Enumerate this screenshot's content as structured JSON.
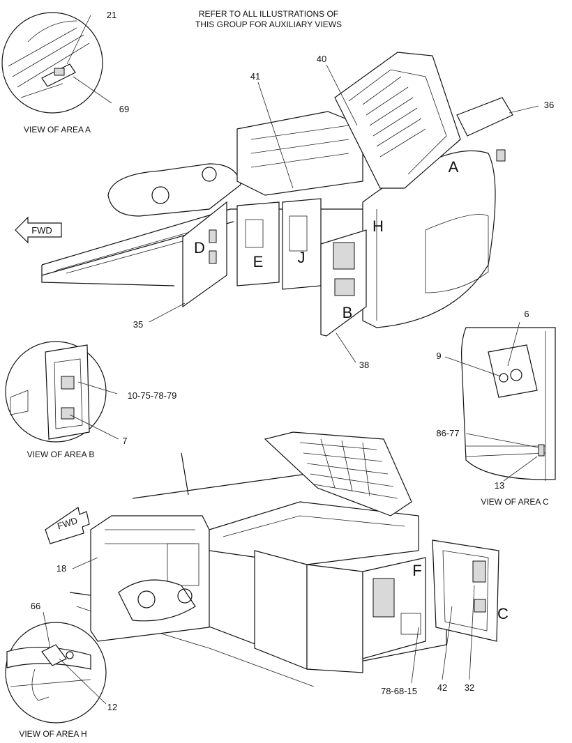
{
  "header_note": [
    "REFER TO ALL ILLUSTRATIONS OF",
    "THIS GROUP FOR AUXILIARY VIEWS"
  ],
  "views": {
    "a": "VIEW OF AREA  A",
    "b": "VIEW OF AREA  B",
    "c": "VIEW OF AREA  C",
    "h": "VIEW OF AREA  H"
  },
  "callouts": {
    "c21": "21",
    "c69": "69",
    "c41": "41",
    "c40": "40",
    "c36": "36",
    "c35": "35",
    "c38": "38",
    "c6": "6",
    "c9": "9",
    "c10": "10-75-78-79",
    "c7": "7",
    "c86": "86-77",
    "c13": "13",
    "c18": "18",
    "c66": "66",
    "c12": "12",
    "c78": "78-68-15",
    "c42": "42",
    "c32": "32"
  },
  "area_letters": {
    "A": "A",
    "H": "H",
    "D": "D",
    "E": "E",
    "J": "J",
    "B": "B",
    "F": "F",
    "C": "C"
  },
  "fwd": "FWD"
}
